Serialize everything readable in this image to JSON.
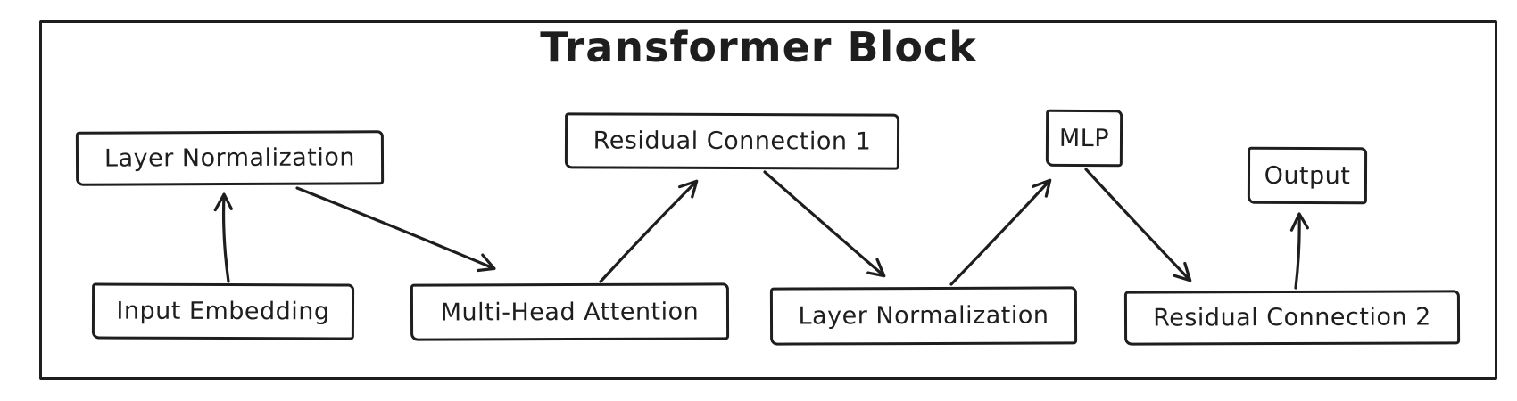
{
  "diagram": {
    "title": "Transformer Block",
    "nodes": [
      {
        "id": "layer-normalization-1",
        "label": "Layer Normalization"
      },
      {
        "id": "input-embedding",
        "label": "Input Embedding"
      },
      {
        "id": "multi-head-attention",
        "label": "Multi-Head Attention"
      },
      {
        "id": "residual-connection-1",
        "label": "Residual Connection 1"
      },
      {
        "id": "layer-normalization-2",
        "label": "Layer Normalization"
      },
      {
        "id": "mlp",
        "label": "MLP"
      },
      {
        "id": "residual-connection-2",
        "label": "Residual Connection 2"
      },
      {
        "id": "output",
        "label": "Output"
      }
    ],
    "edges": [
      {
        "from": "input-embedding",
        "to": "layer-normalization-1"
      },
      {
        "from": "layer-normalization-1",
        "to": "multi-head-attention"
      },
      {
        "from": "multi-head-attention",
        "to": "residual-connection-1"
      },
      {
        "from": "residual-connection-1",
        "to": "layer-normalization-2"
      },
      {
        "from": "layer-normalization-2",
        "to": "mlp"
      },
      {
        "from": "mlp",
        "to": "residual-connection-2"
      },
      {
        "from": "residual-connection-2",
        "to": "output"
      }
    ],
    "colors": {
      "stroke": "#1e1e1e",
      "background": "#ffffff"
    }
  }
}
